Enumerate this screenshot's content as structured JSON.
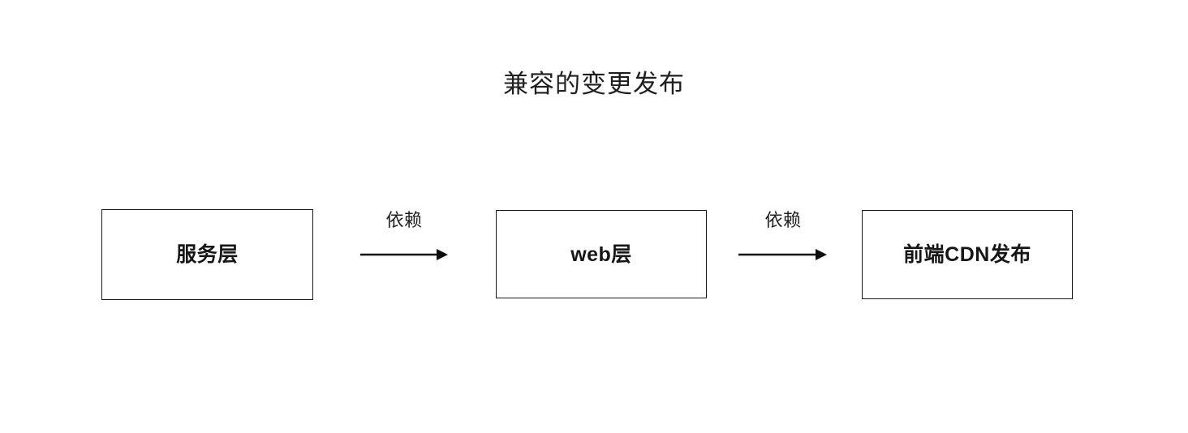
{
  "diagram": {
    "title": "兼容的变更发布",
    "background_color": "#ffffff",
    "line_color": "#1a1a1a",
    "text_color": "#1f1f1f",
    "nodes": [
      {
        "id": "service",
        "label": "服务层"
      },
      {
        "id": "web",
        "label": "web层"
      },
      {
        "id": "cdn",
        "label": "前端CDN发布"
      }
    ],
    "edges": [
      {
        "id": "edge-1",
        "label": "依赖",
        "from": "service",
        "to": "web",
        "arrow": "arrow-right-icon"
      },
      {
        "id": "edge-2",
        "label": "依赖",
        "from": "web",
        "to": "cdn",
        "arrow": "arrow-right-icon"
      }
    ]
  }
}
